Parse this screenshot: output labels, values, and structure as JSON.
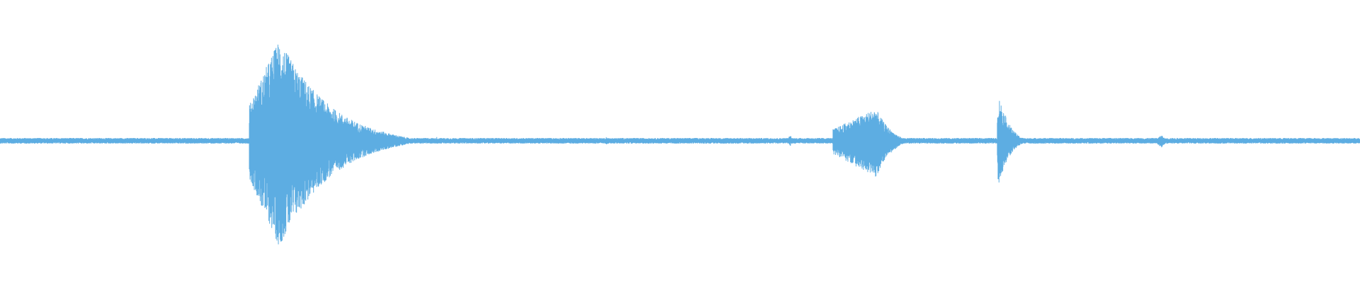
{
  "waveform": {
    "color": "#5DADE2",
    "background": "#FFFFFF",
    "baseline_level": 0.02,
    "bursts": [
      {
        "start": 0.183,
        "peak": 0.205,
        "end": 0.3,
        "amplitude_up": 0.72,
        "amplitude_down": 0.75,
        "sustain": 0.22
      },
      {
        "start": 0.612,
        "peak": 0.644,
        "end": 0.665,
        "amplitude_up": 0.23,
        "amplitude_down": 0.26,
        "sustain": 0.12
      },
      {
        "start": 0.733,
        "peak": 0.734,
        "end": 0.76,
        "amplitude_up": 0.33,
        "amplitude_down": 0.32,
        "sustain": 0.03
      },
      {
        "start": 0.85,
        "peak": 0.854,
        "end": 0.862,
        "amplitude_up": 0.04,
        "amplitude_down": 0.05,
        "sustain": 0.01
      },
      {
        "start": 0.579,
        "peak": 0.581,
        "end": 0.585,
        "amplitude_up": 0.04,
        "amplitude_down": 0.04,
        "sustain": 0.01
      },
      {
        "start": 0.444,
        "peak": 0.446,
        "end": 0.448,
        "amplitude_up": 0.03,
        "amplitude_down": 0.03,
        "sustain": 0.01
      },
      {
        "start": 0.32,
        "peak": 0.321,
        "end": 0.323,
        "amplitude_up": 0.03,
        "amplitude_down": 0.03,
        "sustain": 0.01
      }
    ]
  }
}
